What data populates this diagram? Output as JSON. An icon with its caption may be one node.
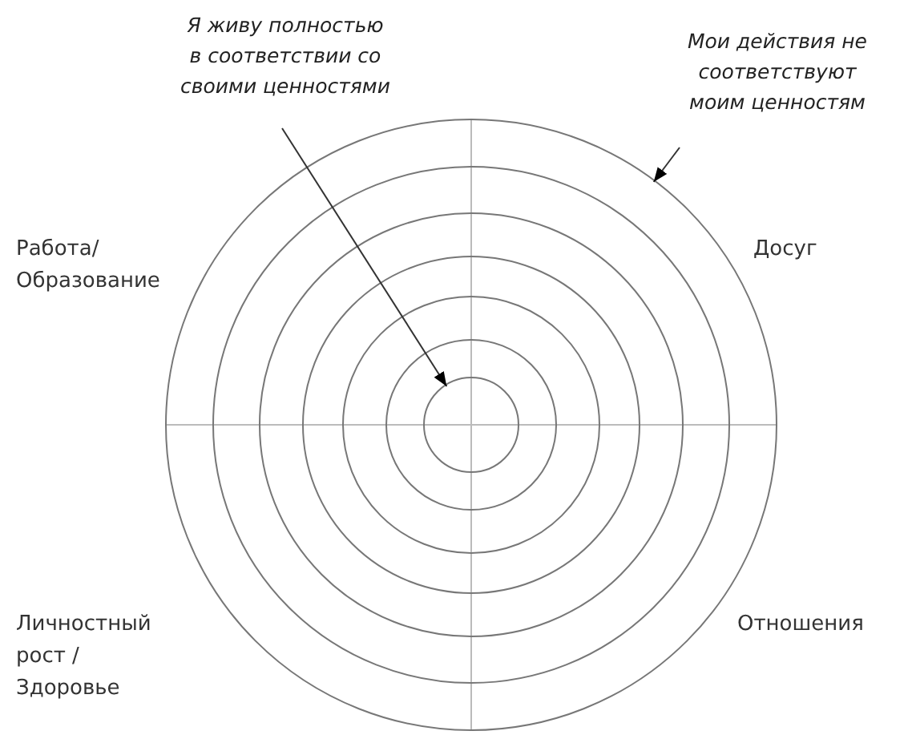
{
  "diagram": {
    "nodes": [
      {
        "text": [
          "Я живу полностью в соответствии со своими ценностями"
        ]
      },
      {
        "text": [],
        "shape": "circle"
      },
      {
        "text": [],
        "shape": "circle",
        "in": 1
      },
      {
        "text": [
          "Мои действия не соответствуют моим ценностям"
        ]
      }
    ],
    "edges": [
      {
        "from": 0,
        "to": 2,
        "arrow": "to"
      },
      {
        "from": 3,
        "to": 1,
        "arrow": "to"
      }
    ],
    "labels": [
      "Работа/ Образование",
      "Досуг",
      "Личностный рост / Здоровье",
      "Отношения"
    ]
  }
}
